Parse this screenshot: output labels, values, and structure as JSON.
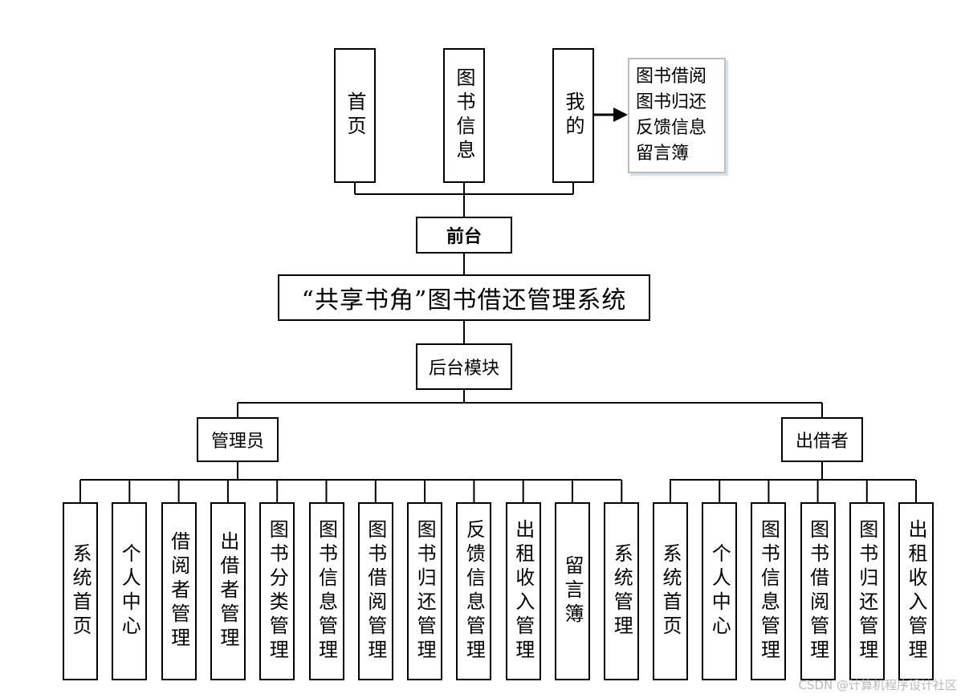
{
  "title": "“共享书角”图书借还管理系统",
  "frontend": {
    "label": "前台",
    "items": [
      "首页",
      "图书信息",
      "我的"
    ],
    "mine_submenu": [
      "图书借阅",
      "图书归还",
      "反馈信息",
      "留言簿"
    ]
  },
  "backend": {
    "label": "后台模块",
    "admin": {
      "label": "管理员",
      "items": [
        "系统首页",
        "个人中心",
        "借阅者管理",
        "出借者管理",
        "图书分类管理",
        "图书信息管理",
        "图书借阅管理",
        "图书归还管理",
        "反馈信息管理",
        "出租收入管理",
        "留言簿",
        "系统管理"
      ]
    },
    "lender": {
      "label": "出借者",
      "items": [
        "系统首页",
        "个人中心",
        "图书信息管理",
        "图书借阅管理",
        "图书归还管理",
        "出租收入管理"
      ]
    }
  },
  "watermark": "CSDN @计算机程序设计社区"
}
